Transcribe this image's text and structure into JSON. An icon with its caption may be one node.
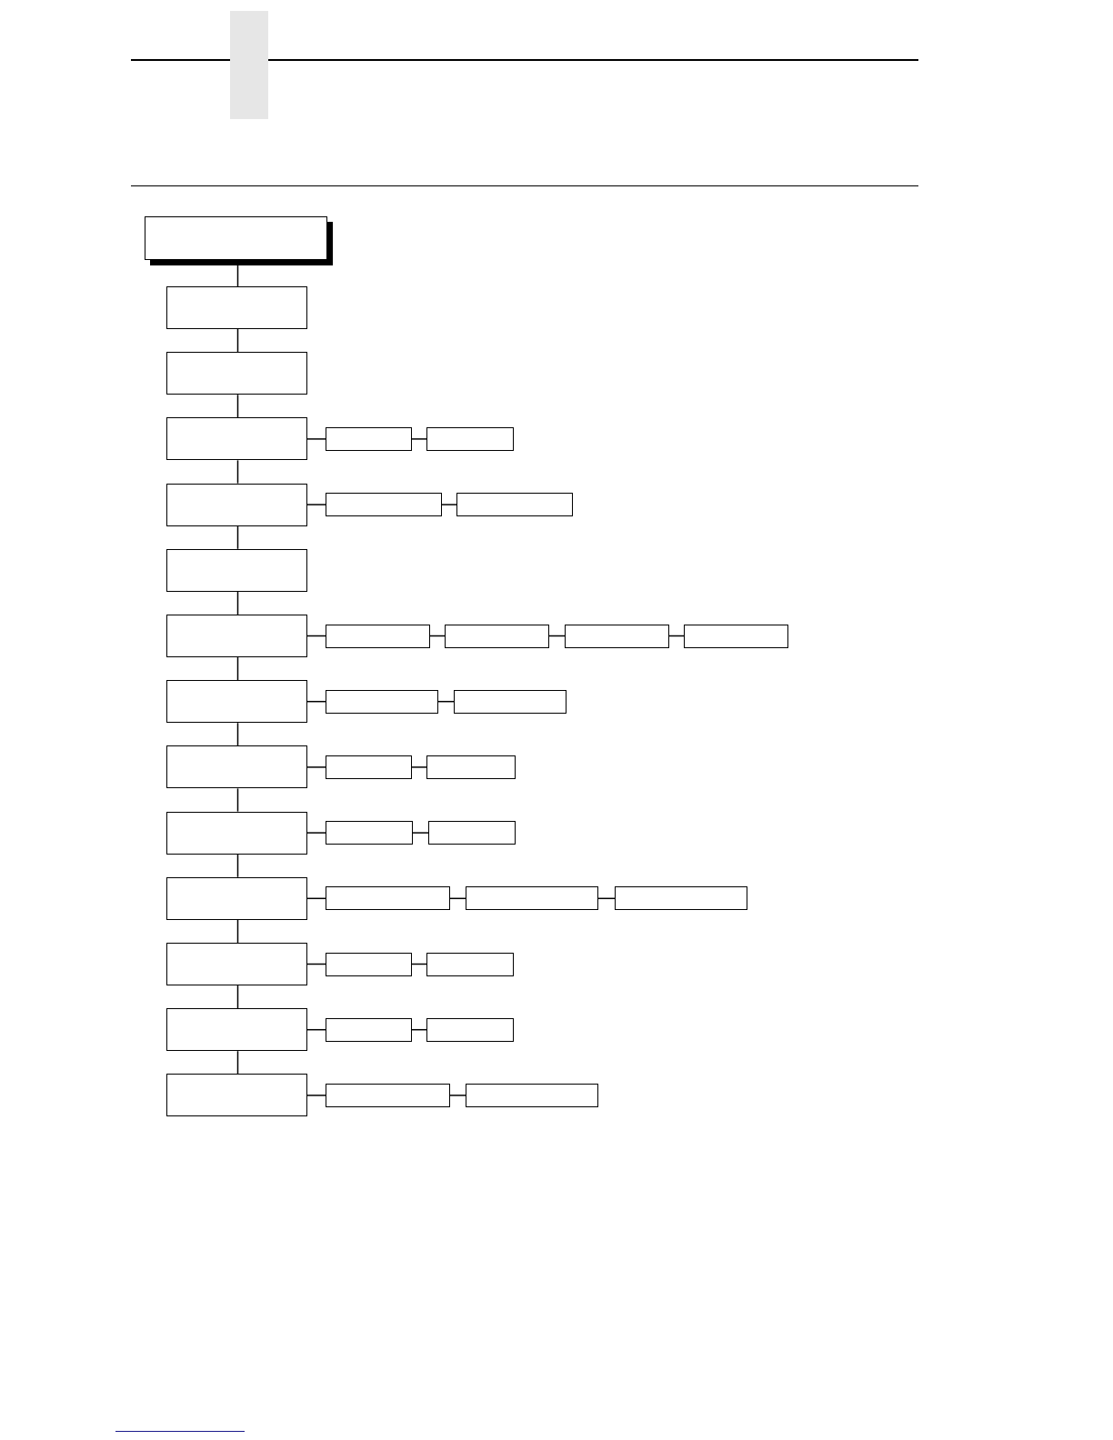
{
  "diagram": {
    "nodes": [
      {
        "text": [],
        "shape": "box"
      },
      {
        "text": [],
        "shape": "box"
      },
      {
        "text": [],
        "shape": "box"
      },
      {
        "text": [],
        "shape": "box"
      },
      {
        "text": [],
        "shape": "box"
      },
      {
        "text": [],
        "shape": "box"
      },
      {
        "text": [],
        "shape": "box"
      },
      {
        "text": [],
        "shape": "box"
      },
      {
        "text": [],
        "shape": "box"
      },
      {
        "text": [],
        "shape": "box"
      },
      {
        "text": [],
        "shape": "box"
      },
      {
        "text": [],
        "shape": "box"
      },
      {
        "text": [],
        "shape": "box"
      },
      {
        "text": [],
        "shape": "box"
      },
      {
        "text": [],
        "shape": "box"
      },
      {
        "text": [],
        "shape": "box"
      },
      {
        "text": [],
        "shape": "box"
      },
      {
        "text": [],
        "shape": "box"
      },
      {
        "text": [],
        "shape": "box"
      },
      {
        "text": [],
        "shape": "box"
      },
      {
        "text": [],
        "shape": "box"
      },
      {
        "text": [],
        "shape": "box"
      },
      {
        "text": [],
        "shape": "box"
      },
      {
        "text": [],
        "shape": "box"
      },
      {
        "text": [],
        "shape": "box"
      },
      {
        "text": [],
        "shape": "box"
      },
      {
        "text": [],
        "shape": "box"
      },
      {
        "text": [],
        "shape": "box"
      },
      {
        "text": [],
        "shape": "box"
      },
      {
        "text": [],
        "shape": "box"
      },
      {
        "text": [],
        "shape": "box"
      },
      {
        "text": [],
        "shape": "box"
      },
      {
        "text": [],
        "shape": "box"
      },
      {
        "text": [],
        "shape": "box"
      },
      {
        "text": [],
        "shape": "box"
      },
      {
        "text": [],
        "shape": "box"
      },
      {
        "text": [],
        "shape": "box"
      }
    ],
    "edges": [
      {
        "from": 0,
        "to": 1,
        "arrow": "none"
      },
      {
        "from": 1,
        "to": 2,
        "arrow": "none"
      },
      {
        "from": 2,
        "to": 3,
        "arrow": "none"
      },
      {
        "from": 3,
        "to": 14,
        "arrow": "none"
      },
      {
        "from": 14,
        "to": 15,
        "arrow": "none"
      },
      {
        "from": 3,
        "to": 4,
        "arrow": "none"
      },
      {
        "from": 4,
        "to": 16,
        "arrow": "none"
      },
      {
        "from": 16,
        "to": 17,
        "arrow": "none"
      },
      {
        "from": 4,
        "to": 5,
        "arrow": "none"
      },
      {
        "from": 5,
        "to": 6,
        "arrow": "none"
      },
      {
        "from": 6,
        "to": 18,
        "arrow": "none"
      },
      {
        "from": 18,
        "to": 19,
        "arrow": "none"
      },
      {
        "from": 19,
        "to": 20,
        "arrow": "none"
      },
      {
        "from": 20,
        "to": 21,
        "arrow": "none"
      },
      {
        "from": 6,
        "to": 7,
        "arrow": "none"
      },
      {
        "from": 7,
        "to": 22,
        "arrow": "none"
      },
      {
        "from": 22,
        "to": 23,
        "arrow": "none"
      },
      {
        "from": 7,
        "to": 8,
        "arrow": "none"
      },
      {
        "from": 8,
        "to": 24,
        "arrow": "none"
      },
      {
        "from": 24,
        "to": 25,
        "arrow": "none"
      },
      {
        "from": 8,
        "to": 9,
        "arrow": "none"
      },
      {
        "from": 9,
        "to": 26,
        "arrow": "none"
      },
      {
        "from": 26,
        "to": 27,
        "arrow": "none"
      },
      {
        "from": 9,
        "to": 10,
        "arrow": "none"
      },
      {
        "from": 10,
        "to": 28,
        "arrow": "none"
      },
      {
        "from": 28,
        "to": 29,
        "arrow": "none"
      },
      {
        "from": 29,
        "to": 30,
        "arrow": "none"
      },
      {
        "from": 10,
        "to": 11,
        "arrow": "none"
      },
      {
        "from": 11,
        "to": 31,
        "arrow": "none"
      },
      {
        "from": 31,
        "to": 32,
        "arrow": "none"
      },
      {
        "from": 11,
        "to": 12,
        "arrow": "none"
      },
      {
        "from": 12,
        "to": 33,
        "arrow": "none"
      },
      {
        "from": 33,
        "to": 34,
        "arrow": "none"
      },
      {
        "from": 12,
        "to": 13,
        "arrow": "none"
      },
      {
        "from": 13,
        "to": 35,
        "arrow": "none"
      },
      {
        "from": 35,
        "to": 36,
        "arrow": "none"
      }
    ]
  }
}
